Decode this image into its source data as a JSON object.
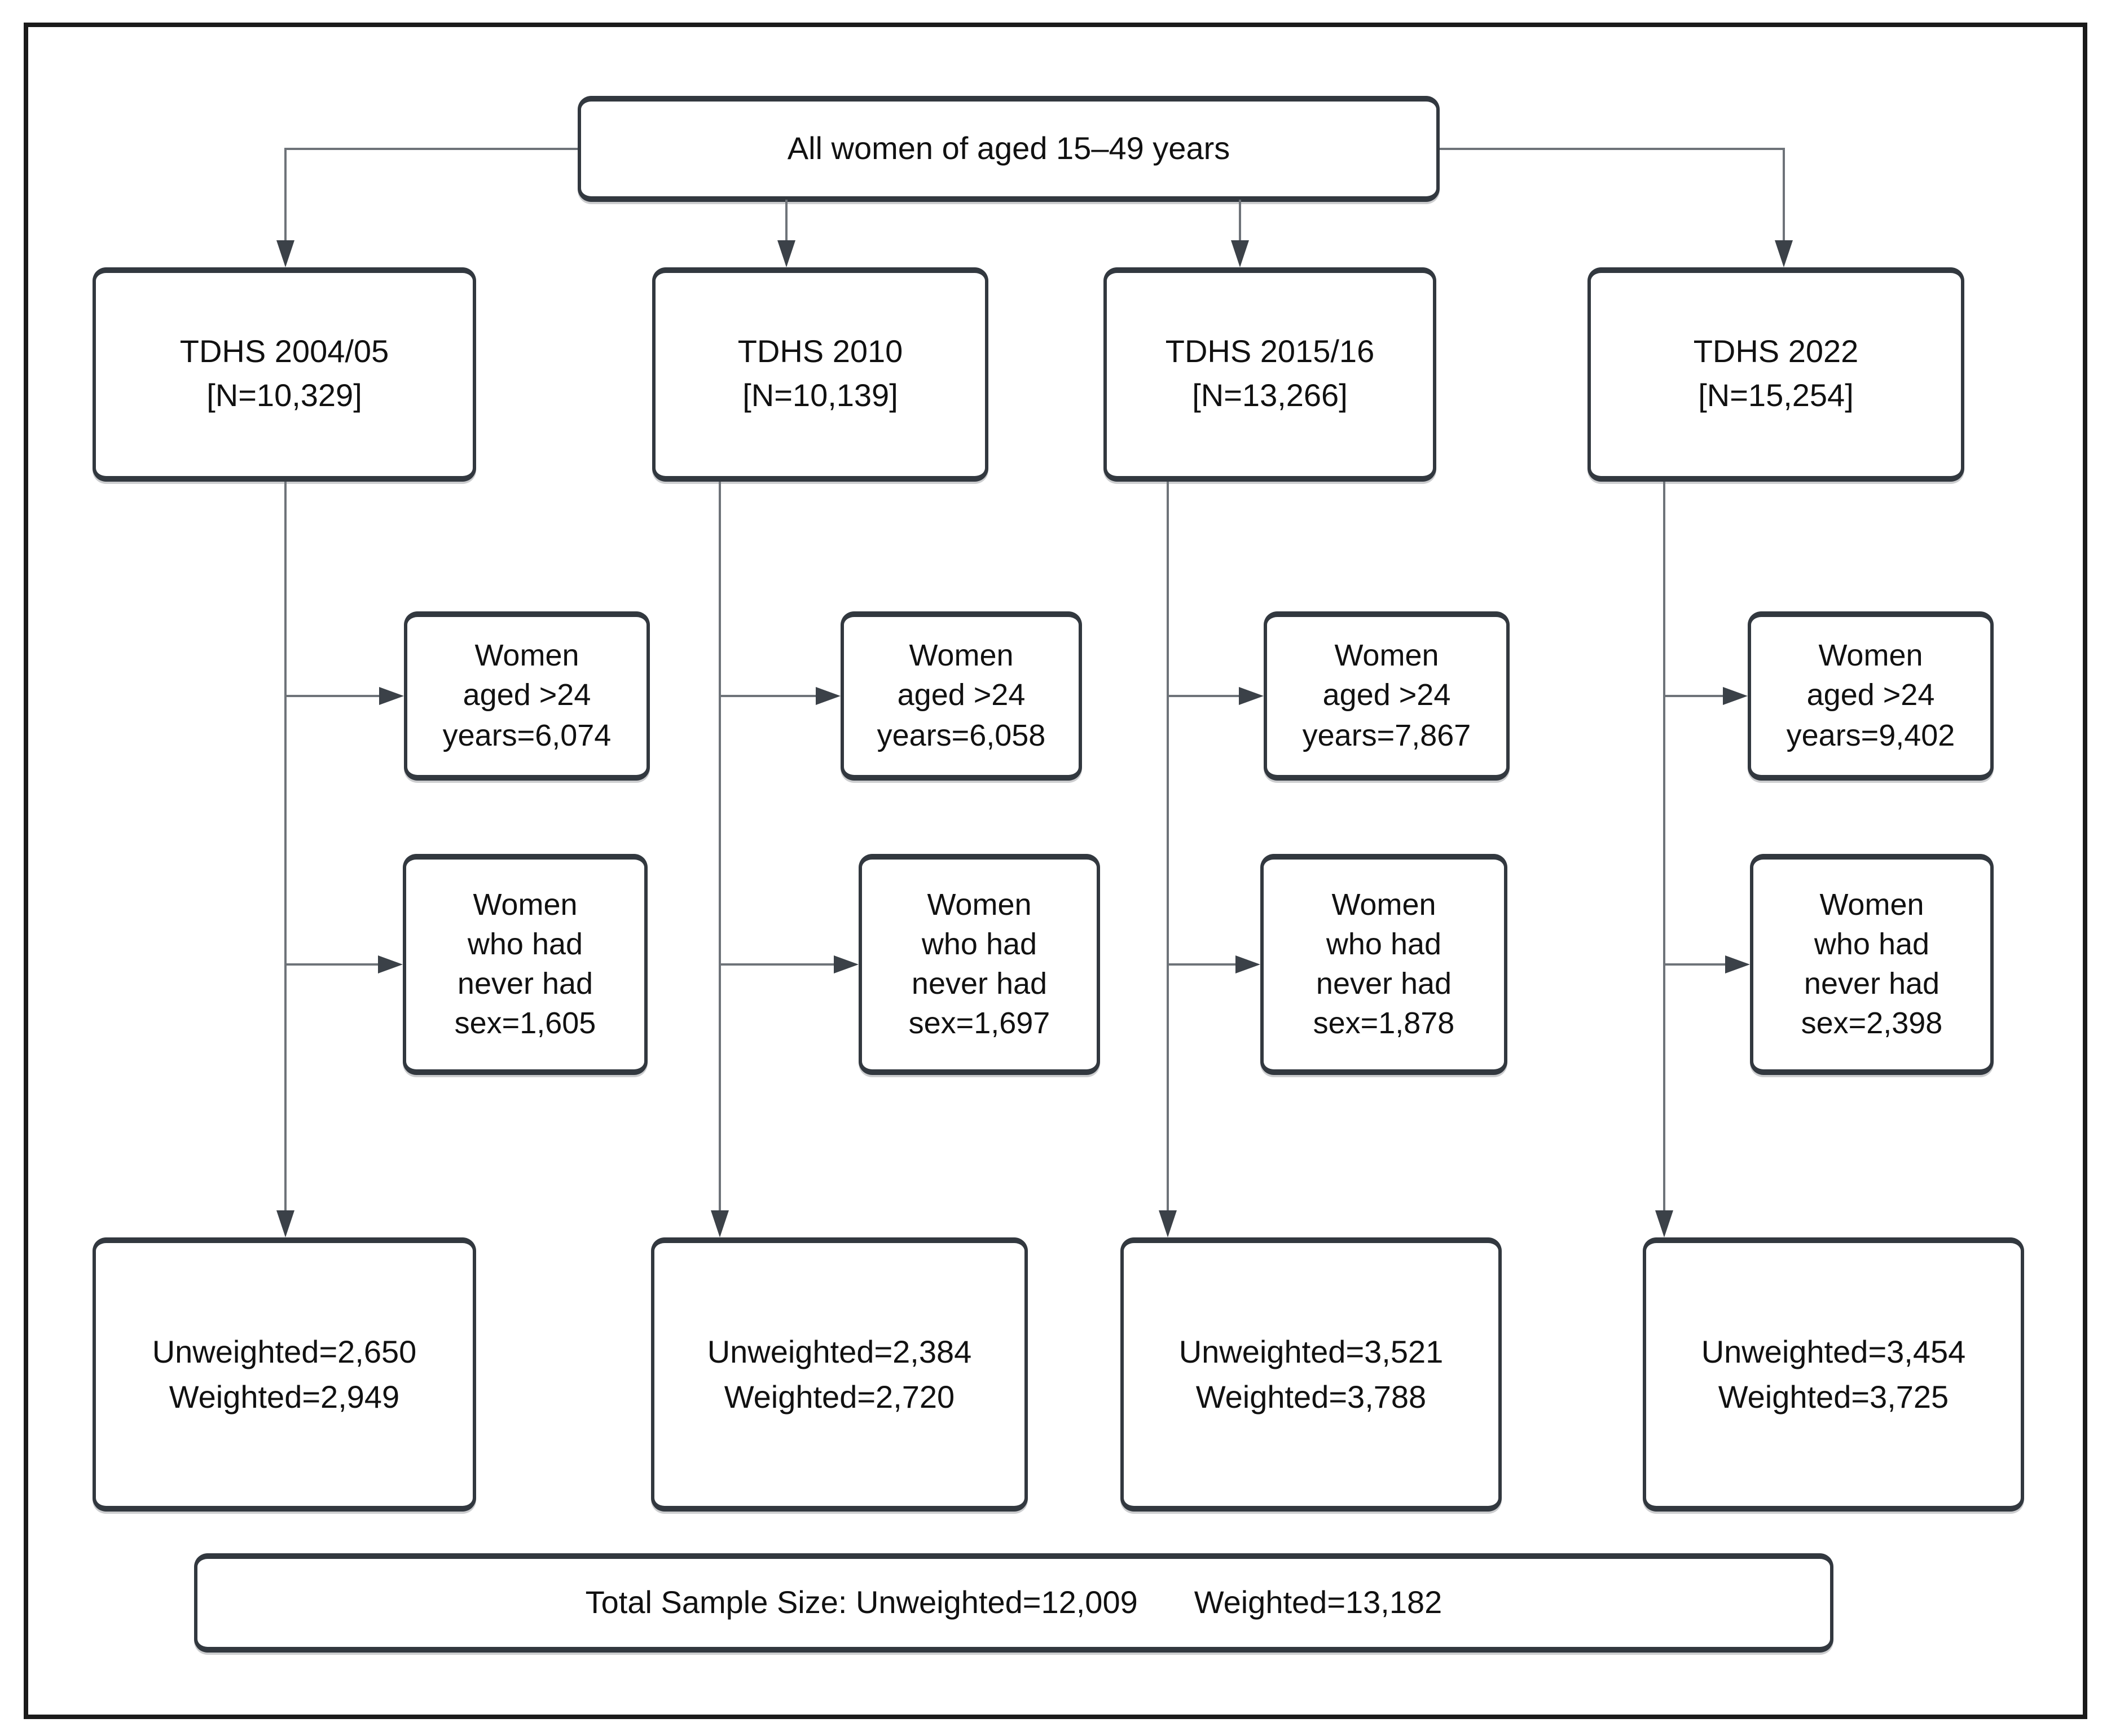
{
  "figure": {
    "root_label": "All women of aged 15–49 years",
    "total": {
      "left": "Total Sample Size: Unweighted=12,009",
      "right": "Weighted=13,182"
    }
  },
  "columns": [
    {
      "survey_name": "TDHS 2004/05",
      "survey_n": "[N=10,329]",
      "aged": {
        "l1": "Women",
        "l2": "aged >24",
        "l3": "years=6,074"
      },
      "never_sex": {
        "l1": "Women",
        "l2": "who had",
        "l3": "never had",
        "l4": "sex=1,605"
      },
      "result": {
        "unweighted": "Unweighted=2,650",
        "weighted": "Weighted=2,949"
      }
    },
    {
      "survey_name": "TDHS 2010",
      "survey_n": "[N=10,139]",
      "aged": {
        "l1": "Women",
        "l2": "aged >24",
        "l3": "years=6,058"
      },
      "never_sex": {
        "l1": "Women",
        "l2": "who had",
        "l3": "never had",
        "l4": "sex=1,697"
      },
      "result": {
        "unweighted": "Unweighted=2,384",
        "weighted": "Weighted=2,720"
      }
    },
    {
      "survey_name": "TDHS 2015/16",
      "survey_n": "[N=13,266]",
      "aged": {
        "l1": "Women",
        "l2": "aged >24",
        "l3": "years=7,867"
      },
      "never_sex": {
        "l1": "Women",
        "l2": "who had",
        "l3": "never had",
        "l4": "sex=1,878"
      },
      "result": {
        "unweighted": "Unweighted=3,521",
        "weighted": "Weighted=3,788"
      }
    },
    {
      "survey_name": "TDHS 2022",
      "survey_n": "[N=15,254]",
      "aged": {
        "l1": "Women",
        "l2": "aged >24",
        "l3": "years=9,402"
      },
      "never_sex": {
        "l1": "Women",
        "l2": "who had",
        "l3": "never had",
        "l4": "sex=2,398"
      },
      "result": {
        "unweighted": "Unweighted=3,454",
        "weighted": "Weighted=3,725"
      }
    }
  ],
  "colors": {
    "box_border": "#32383f",
    "connector_line": "#6e7379",
    "arrowhead": "#3b4148",
    "outer_frame": "#1a1a1a",
    "text": "#111111"
  }
}
